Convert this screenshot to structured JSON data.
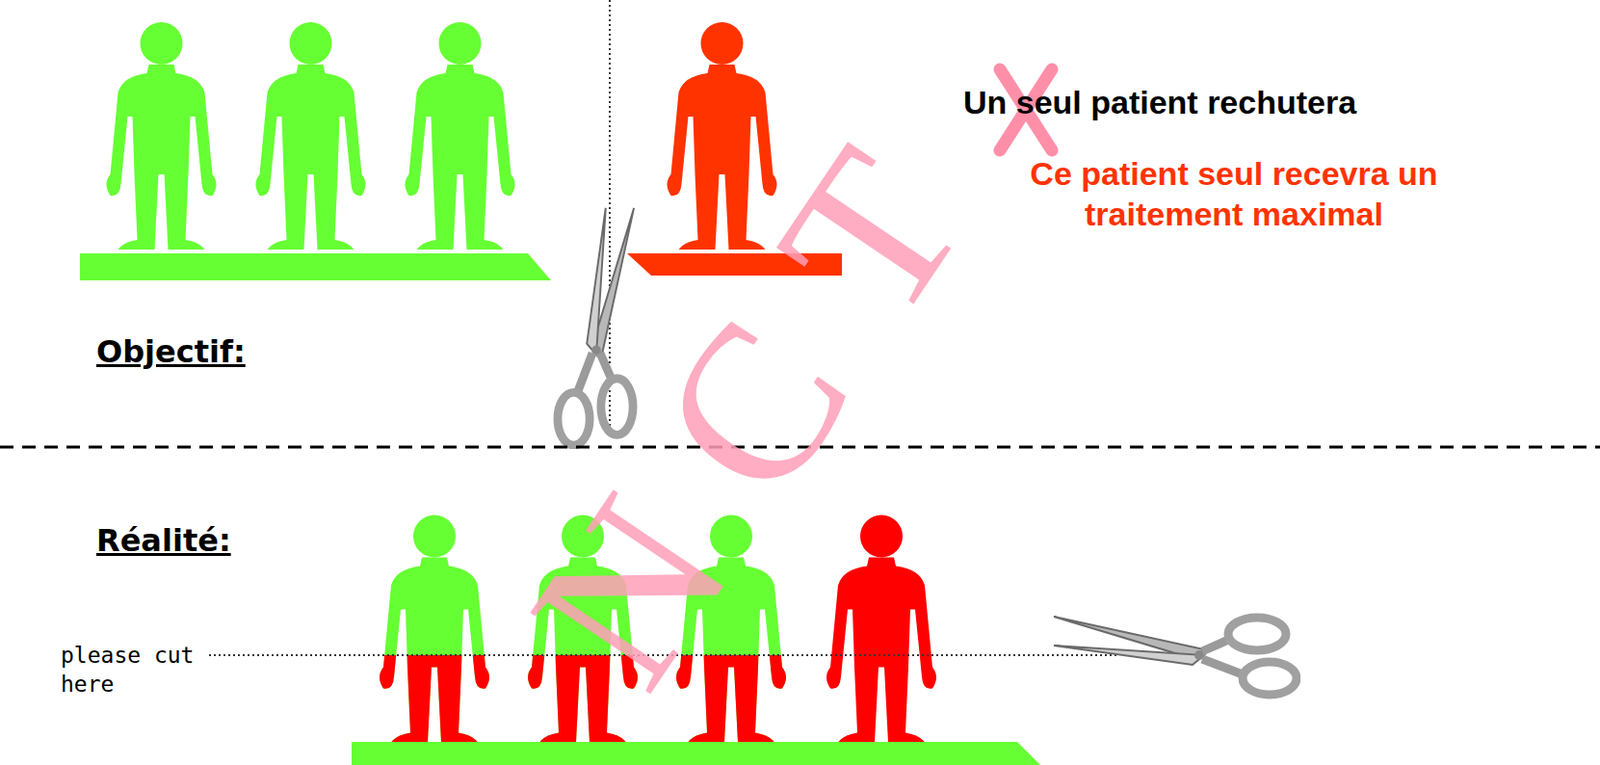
{
  "diagram": {
    "labels": [
      "Un seul patient rechutera",
      "Ce patient seul recevra un traitement maximal",
      "Objectif:",
      "Réalité:",
      "please cut here",
      "NCT"
    ]
  }
}
